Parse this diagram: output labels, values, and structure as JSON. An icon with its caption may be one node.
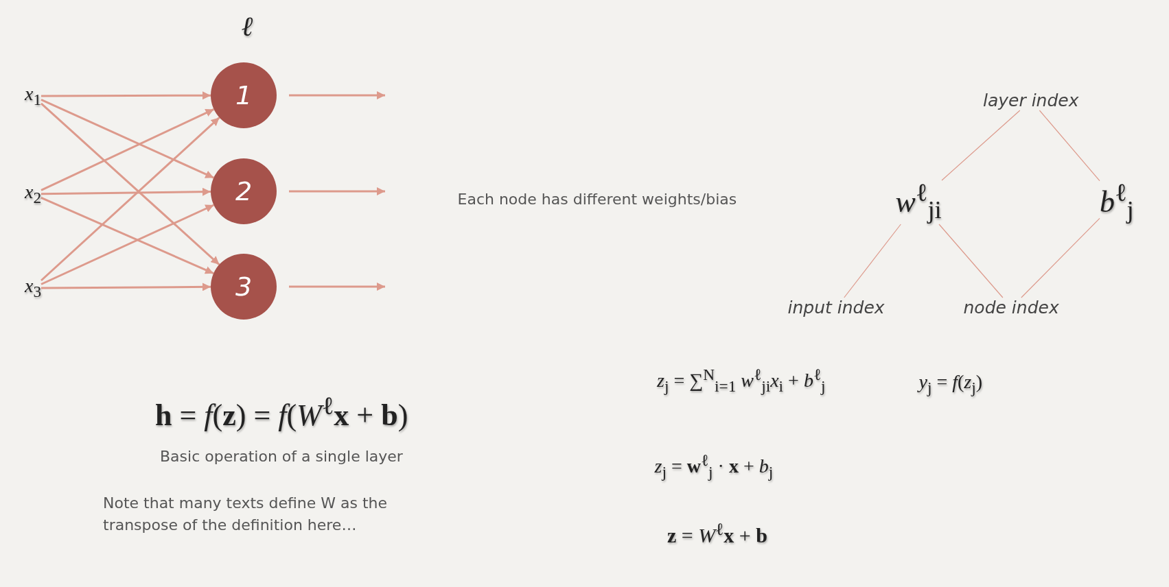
{
  "diagram": {
    "nodes": [
      {
        "text": [
          "*x*$_{1}$"
        ]
      },
      {
        "text": [
          "*x*$_{2}$"
        ]
      },
      {
        "text": [
          "*x*$_{3}$"
        ]
      },
      {
        "text": [
          "1"
        ]
      },
      {
        "text": [
          "2"
        ]
      },
      {
        "text": [
          "3"
        ]
      },
      {
        "text": [
          "*w*$^{ℓ}$$_{ji}$"
        ]
      },
      {
        "text": [
          "*b*$^{ℓ}$$_{j}$"
        ]
      },
      {
        "text": [
          "layer index"
        ]
      },
      {
        "text": [
          "input index"
        ]
      },
      {
        "text": [
          "node index"
        ]
      }
    ],
    "edges": [
      {
        "from": 0,
        "to": 3,
        "arrow": "to"
      },
      {
        "from": 0,
        "to": 4,
        "arrow": "to"
      },
      {
        "from": 0,
        "to": 5,
        "arrow": "to"
      },
      {
        "from": 1,
        "to": 3,
        "arrow": "to"
      },
      {
        "from": 1,
        "to": 4,
        "arrow": "to"
      },
      {
        "from": 1,
        "to": 5,
        "arrow": "to"
      },
      {
        "from": 2,
        "to": 3,
        "arrow": "to"
      },
      {
        "from": 2,
        "to": 4,
        "arrow": "to"
      },
      {
        "from": 2,
        "to": 5,
        "arrow": "to"
      },
      {
        "from": 3,
        "to": null,
        "arrow": "to"
      },
      {
        "from": 4,
        "to": null,
        "arrow": "to"
      },
      {
        "from": 5,
        "to": null,
        "arrow": "to"
      },
      {
        "from": 8,
        "to": 6,
        "arrow": "none"
      },
      {
        "from": 8,
        "to": 7,
        "arrow": "none"
      },
      {
        "from": 9,
        "to": 6,
        "arrow": "none"
      },
      {
        "from": 10,
        "to": 6,
        "arrow": "none"
      },
      {
        "from": 10,
        "to": 7,
        "arrow": "none"
      }
    ],
    "labels": [
      "ℓ",
      "Each node has different weights/bias",
      "*z*$_{j}$ = ∑$^{N}$$_{i=1}$ *w*$^{ℓ}$$_{ji}$*x*$_{i}$ + *b*$^{ℓ}$$_{j}$",
      "*y*$_{j}$ = *f*(*z*$_{j}$)",
      "**h** = *f*(**z**) = *f*(*W*$^{ℓ}$**x** + **b**)",
      "Basic operation of a single layer",
      "*z*$_{j}$ = **w**$^{ℓ}$$_{j}$ · **x** + *b*$_{j}$",
      "Note that many texts define W as the transpose of the definition here…",
      "**z** = *W*$^{ℓ}$**x** + **b**"
    ]
  }
}
